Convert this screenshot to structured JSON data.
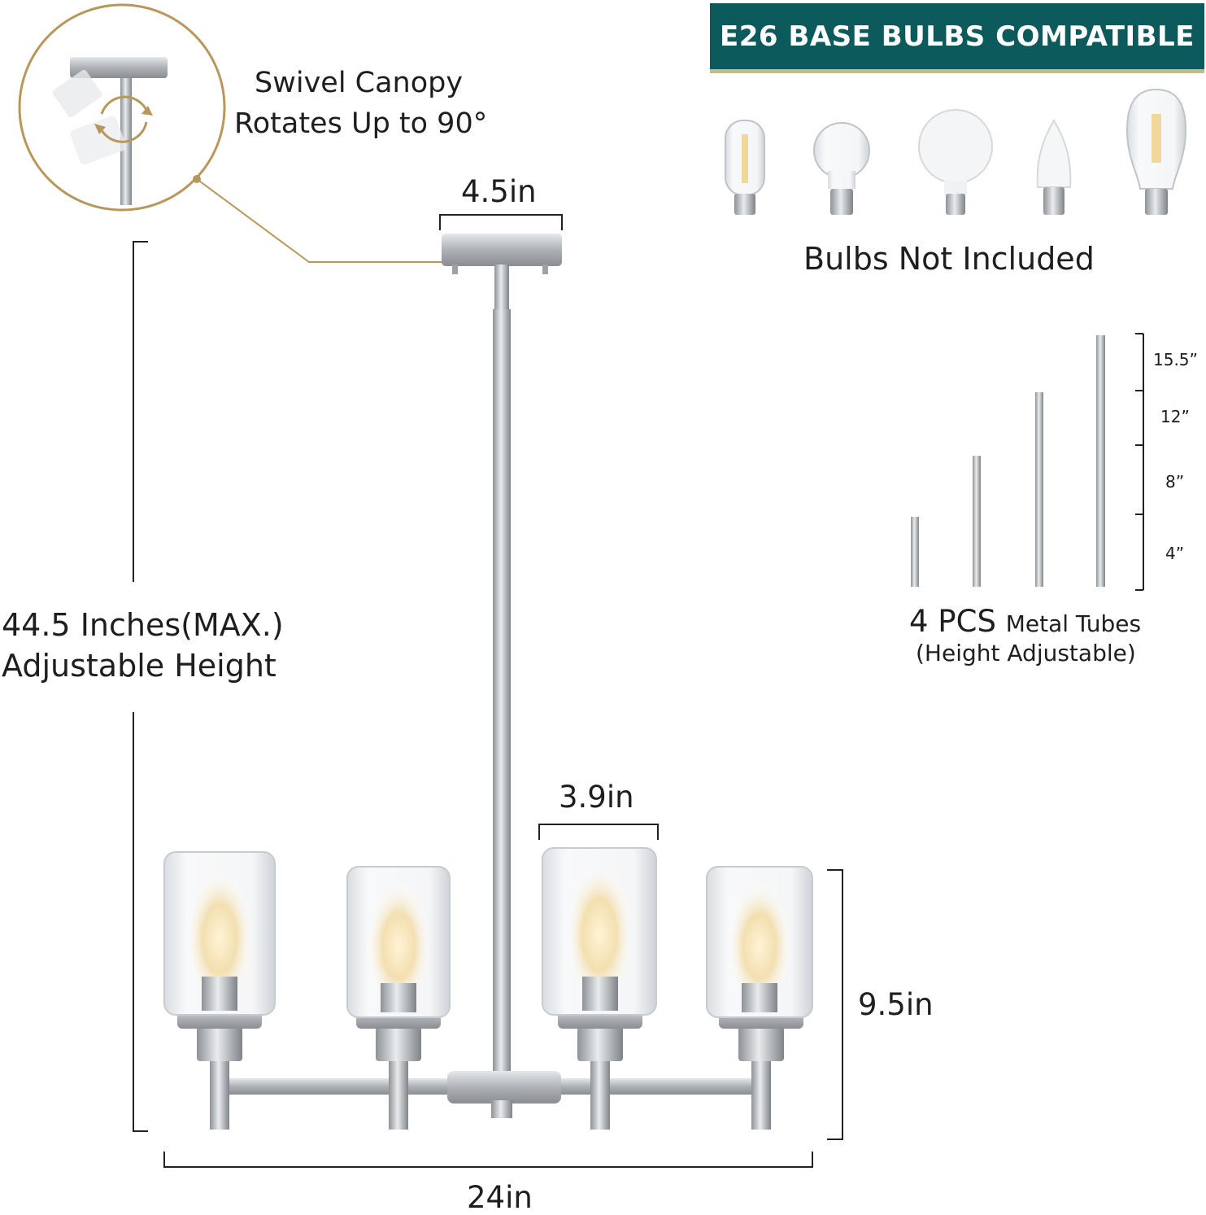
{
  "banner": {
    "title": "E26 BASE BULBS COMPATIBLE"
  },
  "swivel": {
    "line1": "Swivel Canopy",
    "line2": "Rotates Up to 90°"
  },
  "bulbs": {
    "note": "Bulbs Not Included"
  },
  "dimensions": {
    "canopy_width": "4.5in",
    "height_line1": "44.5 Inches(MAX.)",
    "height_line2": "Adjustable Height",
    "shade_width": "3.9in",
    "fixture_height": "9.5in",
    "fixture_width": "24in"
  },
  "tubes": {
    "lengths": [
      "15.5”",
      "12”",
      "8”",
      "4”"
    ],
    "count_big": "4 PCS",
    "count_small": "Metal Tubes",
    "subtitle": "(Height Adjustable)"
  },
  "colors": {
    "banner_bg": "#0d5a5d",
    "accent_gold": "#b8975a",
    "metal": "#b9bcc0"
  }
}
